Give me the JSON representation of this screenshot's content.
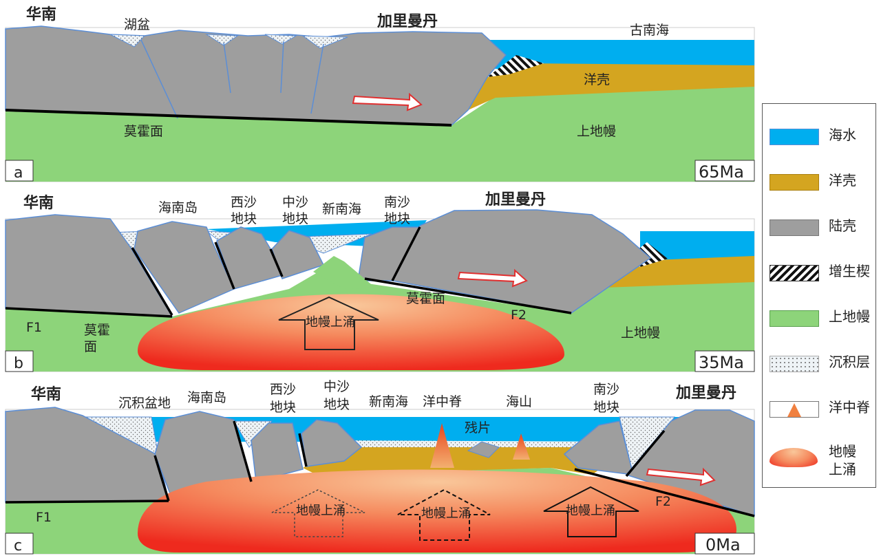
{
  "panels": [
    {
      "id": "a",
      "age": "65Ma",
      "labels": {
        "south_china": "华南",
        "lake_basin": "湖盆",
        "kalimantan": "加里曼丹",
        "ancient_south_sea": "古南海",
        "oceanic_crust": "洋壳",
        "moho": "莫霍面",
        "upper_mantle": "上地幔"
      }
    },
    {
      "id": "b",
      "age": "35Ma",
      "labels": {
        "south_china": "华南",
        "hainan": "海南岛",
        "xisha": [
          "西沙",
          "地块"
        ],
        "zhongsha": [
          "中沙",
          "地块"
        ],
        "new_sea": "新南海",
        "nansha": [
          "南沙",
          "地块"
        ],
        "kalimantan": "加里曼丹",
        "upwelling": "地幔上涌",
        "moho_left": [
          "莫霍",
          "面"
        ],
        "moho_right": "莫霍面",
        "f1": "F1",
        "f2": "F2",
        "upper_mantle": "上地幔"
      }
    },
    {
      "id": "c",
      "age": "0Ma",
      "labels": {
        "south_china": "华南",
        "sed_basin": "沉积盆地",
        "hainan": "海南岛",
        "xisha": [
          "西沙",
          "地块"
        ],
        "zhongsha": [
          "中沙",
          "地块"
        ],
        "new_sea": "新南海",
        "ridge": "洋中脊",
        "remnant": "残片",
        "seamount": "海山",
        "nansha": [
          "南沙",
          "地块"
        ],
        "kalimantan": "加里曼丹",
        "upwelling1": "地幔上涌",
        "upwelling2": "地幔上涌",
        "upwelling3": "地幔上涌",
        "f1": "F1",
        "f2": "F2"
      }
    }
  ],
  "legend": [
    {
      "label": "海水",
      "swatch": "seawater"
    },
    {
      "label": "洋壳",
      "swatch": "oceanic-crust"
    },
    {
      "label": "陆壳",
      "swatch": "continental-crust"
    },
    {
      "label": "增生楔",
      "swatch": "accretionary-wedge"
    },
    {
      "label": "上地幔",
      "swatch": "upper-mantle"
    },
    {
      "label": "沉积层",
      "swatch": "sediment"
    },
    {
      "label": "洋中脊",
      "swatch": "ridge"
    },
    {
      "label": "地幔\n上涌",
      "swatch": "upwelling"
    }
  ],
  "colors": {
    "seawater": "#00AEEF",
    "oceanic_crust": "#D4A520",
    "continental_crust": "#9E9E9E",
    "upper_mantle": "#8DD47A",
    "sediment": "#EEF3F6",
    "fault": "#000000",
    "arrow_fill": "#ffffff",
    "arrow_stroke": "#E03030"
  }
}
